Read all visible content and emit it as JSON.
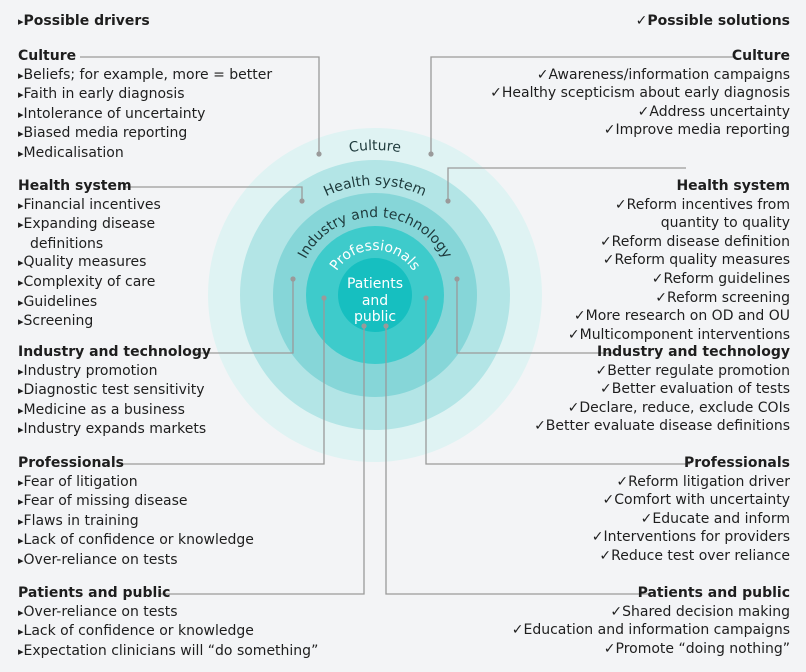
{
  "drivers": {
    "title": "Possible drivers",
    "sections": [
      {
        "heading": "Culture",
        "items": [
          "Beliefs; for example, more = better",
          "Faith in early diagnosis",
          "Intolerance of uncertainty",
          "Biased media reporting",
          "Medicalisation"
        ]
      },
      {
        "heading": "Health system",
        "items": [
          "Financial incentives",
          "Expanding disease",
          "Quality measures",
          "Complexity of care",
          "Guidelines",
          "Screening"
        ],
        "continuation": {
          "1": "definitions"
        }
      },
      {
        "heading": "Industry and technology",
        "items": [
          "Industry promotion",
          "Diagnostic test sensitivity",
          "Medicine as a business",
          "Industry expands markets"
        ]
      },
      {
        "heading": "Professionals",
        "items": [
          "Fear of litigation",
          "Fear of missing disease",
          "Flaws in training",
          "Lack of confidence or knowledge",
          "Over-reliance on tests"
        ]
      },
      {
        "heading": "Patients and public",
        "items": [
          "Over-reliance on tests",
          "Lack of confidence or knowledge",
          "Expectation clinicians will “do something”"
        ]
      }
    ]
  },
  "solutions": {
    "title": "Possible solutions",
    "sections": [
      {
        "heading": "Culture",
        "items": [
          "Awareness/information campaigns",
          "Healthy scepticism about early diagnosis",
          "Address uncertainty",
          "Improve media reporting"
        ]
      },
      {
        "heading": "Health system",
        "items": [
          "Reform incentives from",
          "Reform disease definition",
          "Reform quality measures",
          "Reform guidelines",
          "Reform screening",
          "More research on OD and OU",
          "Multicomponent interventions"
        ],
        "continuation": {
          "0": "quantity to quality"
        }
      },
      {
        "heading": "Industry and technology",
        "items": [
          "Better regulate promotion",
          "Better evaluation of tests",
          "Declare, reduce, exclude COIs",
          "Better evaluate disease definitions"
        ]
      },
      {
        "heading": "Professionals",
        "items": [
          "Reform litigation driver",
          "Comfort with uncertainty",
          "Educate and inform",
          "Interventions for providers",
          "Reduce test over reliance"
        ]
      },
      {
        "heading": "Patients and public",
        "items": [
          "Shared decision making",
          "Education and information campaigns",
          "Promote “doing nothing”"
        ]
      }
    ]
  },
  "rings": {
    "culture": "Culture",
    "health_system": "Health system",
    "industry": "Industry and technology",
    "professionals": "Professionals",
    "patients": [
      "Patients",
      "and",
      "public"
    ]
  },
  "colors": {
    "background": "#f3f4f6",
    "ring_culture": "#dff3f3",
    "ring_health": "#b3e5e6",
    "ring_industry": "#86d6d8",
    "ring_professionals": "#3ecbcb",
    "ring_patients": "#16bfc0",
    "connector": "#9a9a9a"
  }
}
